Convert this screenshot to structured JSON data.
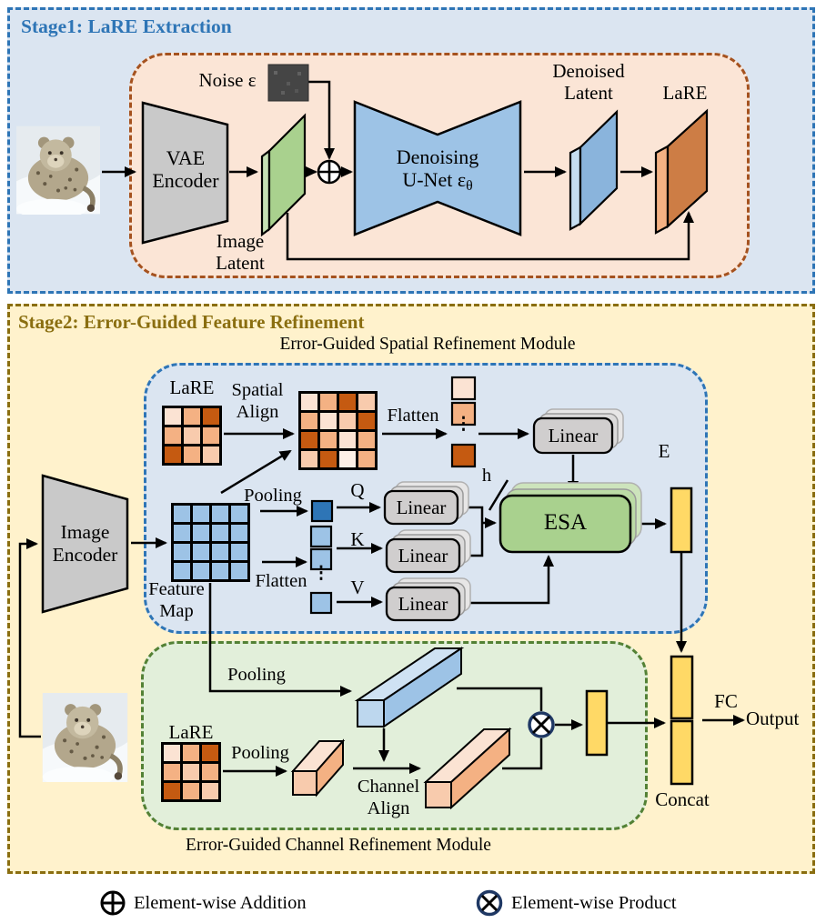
{
  "stage1": {
    "title": "Stage1: LaRE Extraction",
    "noise_label": "Noise ε",
    "vae_lines": [
      "VAE",
      "Encoder"
    ],
    "image_latent_lines": [
      "Image",
      "Latent"
    ],
    "unet_lines": [
      "Denoising",
      "U-Net ε"
    ],
    "unet_subscript": "θ",
    "denoised_lines": [
      "Denoised",
      "Latent"
    ],
    "lare_label": "LaRE"
  },
  "stage2": {
    "title": "Stage2: Error-Guided Feature Refinement",
    "spatial_module_label": "Error-Guided Spatial Refinement Module",
    "channel_module_label": "Error-Guided Channel Refinement Module",
    "image_encoder_lines": [
      "Image",
      "Encoder"
    ],
    "feature_map_lines": [
      "Feature",
      "Map"
    ],
    "lare_spatial_label": "LaRE",
    "lare_channel_label": "LaRE",
    "spatial_align_lines": [
      "Spatial",
      "Align"
    ],
    "flatten_top_label": "Flatten",
    "flatten_mid_label": "Flatten",
    "pooling_q_label": "Pooling",
    "pooling_feature_label": "Pooling",
    "pooling_lare_label": "Pooling",
    "channel_align_lines": [
      "Channel",
      "Align"
    ],
    "q_label": "Q",
    "k_label": "K",
    "v_label": "V",
    "h_label": "h",
    "e_label": "E",
    "linear_label": "Linear",
    "esa_label": "ESA",
    "concat_label": "Concat",
    "fc_label": "FC",
    "output_label": "Output",
    "vdots": "⋮"
  },
  "legend": {
    "addition_label": "Element-wise Addition",
    "product_label": "Element-wise Product"
  },
  "colors": {
    "stage1_border": "#2e75b6",
    "stage1_bg": "#dbe5f1",
    "stage2_border": "#8a6e10",
    "stage2_bg": "#fff2cc",
    "inner_stage1_border": "#a5521f",
    "inner_stage1_bg": "#fbe5d6",
    "channel_border": "#538135",
    "channel_bg": "#e2efda",
    "encoder_gray": "#c9c9c9",
    "linear_gray": "#d0cece",
    "unet_blue": "#9dc3e6",
    "latent_green": "#a9d18e",
    "denoised_blue": "#8ab4dc",
    "lare_orange": "#cd7d45",
    "esa_green": "#a9d18e",
    "yellow_bar": "#ffd966",
    "orange_dark": "#c55a11",
    "orange_mid": "#f4b183",
    "orange_light": "#f8cbad",
    "orange_xlight": "#fbe3d3",
    "cell_blue": "#9dc3e6",
    "pooled_blue": "#2e75b6",
    "product_ring_navy": "#1f3864"
  },
  "grids": {
    "lare_spatial": {
      "rows": 3,
      "cols": 3,
      "cells": [
        "#fbe3d3",
        "#f4b183",
        "#c55a11",
        "#f4b183",
        "#f8cbad",
        "#f4b183",
        "#c55a11",
        "#f4b183",
        "#f8cbad"
      ]
    },
    "spatial_aligned": {
      "rows": 4,
      "cols": 4,
      "cells": [
        "#fbe3d3",
        "#f4b183",
        "#c55a11",
        "#f8cbad",
        "#f4b183",
        "#fbe3d3",
        "#f8cbad",
        "#c55a11",
        "#c55a11",
        "#f4b183",
        "#fbe3d3",
        "#f4b183",
        "#f8cbad",
        "#c55a11",
        "#fdf0e6",
        "#f4b183"
      ]
    },
    "feature_map": {
      "rows": 4,
      "cols": 4,
      "cells": [
        "#9dc3e6",
        "#9dc3e6",
        "#9dc3e6",
        "#9dc3e6",
        "#9dc3e6",
        "#9dc3e6",
        "#9dc3e6",
        "#9dc3e6",
        "#9dc3e6",
        "#9dc3e6",
        "#9dc3e6",
        "#9dc3e6",
        "#9dc3e6",
        "#9dc3e6",
        "#9dc3e6",
        "#9dc3e6"
      ]
    },
    "lare_channel": {
      "rows": 3,
      "cols": 3,
      "cells": [
        "#fbe3d3",
        "#f4b183",
        "#c55a11",
        "#f4b183",
        "#f8cbad",
        "#f4b183",
        "#c55a11",
        "#f4b183",
        "#f8cbad"
      ]
    }
  }
}
